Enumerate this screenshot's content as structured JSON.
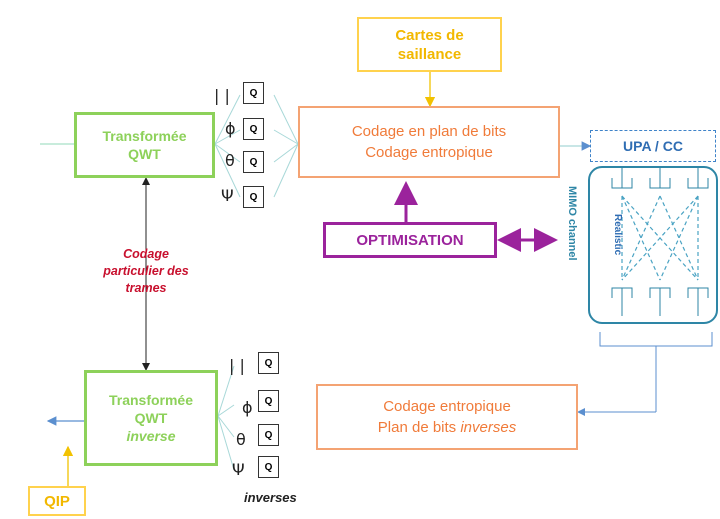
{
  "boxes": {
    "qwt": [
      "Transformée",
      "QWT"
    ],
    "qwt_inverse": [
      "Transformée",
      "QWT",
      "inverse"
    ],
    "saliency": [
      "Cartes de",
      "saillance"
    ],
    "coding": [
      "Codage en plan de bits",
      "Codage entropique"
    ],
    "optimisation": "OPTIMISATION",
    "decoding_line1": "Codage entropique",
    "decoding_line2_a": "Plan de bits ",
    "decoding_line2_b": "inverses",
    "qip": "QIP"
  },
  "frames_label": [
    "Codage",
    "particulier des",
    "trames"
  ],
  "quantizer": {
    "label": "Q",
    "symbols": [
      "| |",
      "ϕ",
      "θ",
      "Ψ"
    ],
    "inverse_caption": "inverses"
  },
  "channel": {
    "upa": "UPA / CC",
    "vertical_label": "MIMO channel",
    "inner_label": "Realistic"
  },
  "colors": {
    "green": "#8dd15a",
    "orange": "#f07b3a",
    "yellow": "#f2b800",
    "purple": "#9b239c",
    "red": "#c8102e",
    "blue": "#2f6db3",
    "teal": "#2e86a6"
  }
}
